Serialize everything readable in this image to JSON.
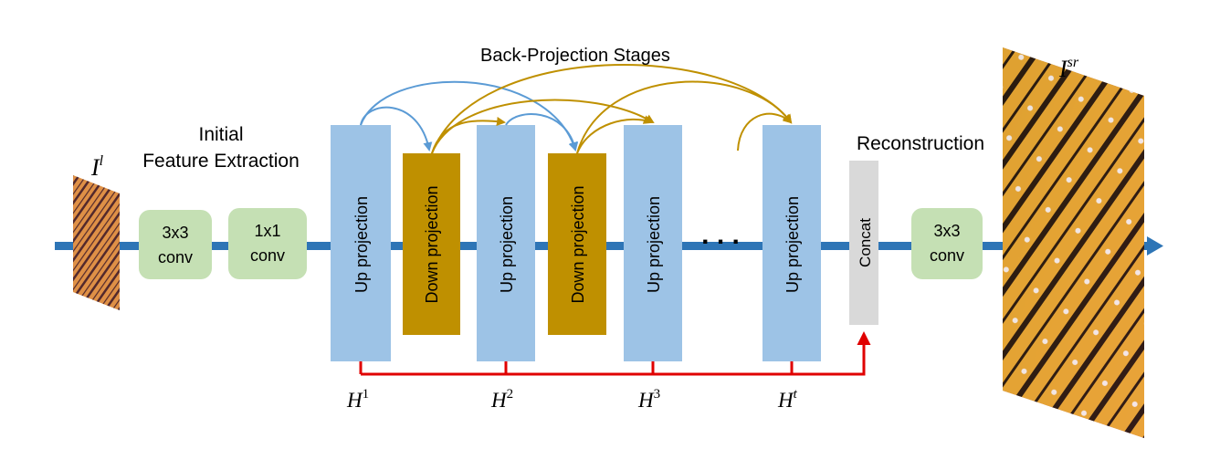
{
  "title": "Back-Projection Stages",
  "initial": {
    "line1": "Initial",
    "line2": "Feature Extraction"
  },
  "reconstruction": "Reconstruction",
  "conv1": {
    "line1": "3x3",
    "line2": "conv"
  },
  "conv2": {
    "line1": "1x1",
    "line2": "conv"
  },
  "conv3": {
    "line1": "3x3",
    "line2": "conv"
  },
  "up_label": "Up projection",
  "down_label": "Down projection",
  "concat": "Concat",
  "ellipsis": ". . .",
  "input_label": {
    "base": "I",
    "sup": "l"
  },
  "output_label": {
    "base": "I",
    "sup": "sr"
  },
  "h_labels": [
    {
      "base": "H",
      "sup": "1"
    },
    {
      "base": "H",
      "sup": "2"
    },
    {
      "base": "H",
      "sup": "3"
    },
    {
      "base": "H",
      "sup": "t"
    }
  ],
  "colors": {
    "main_arrow": "#2e75b6",
    "up_block": "#9dc3e6",
    "down_block": "#bf9000",
    "conv_block": "#c5e0b4",
    "concat_block": "#d9d9d9",
    "red_line": "#e00000",
    "blue_arc": "#5b9bd5",
    "gold_arc": "#bf9000"
  }
}
